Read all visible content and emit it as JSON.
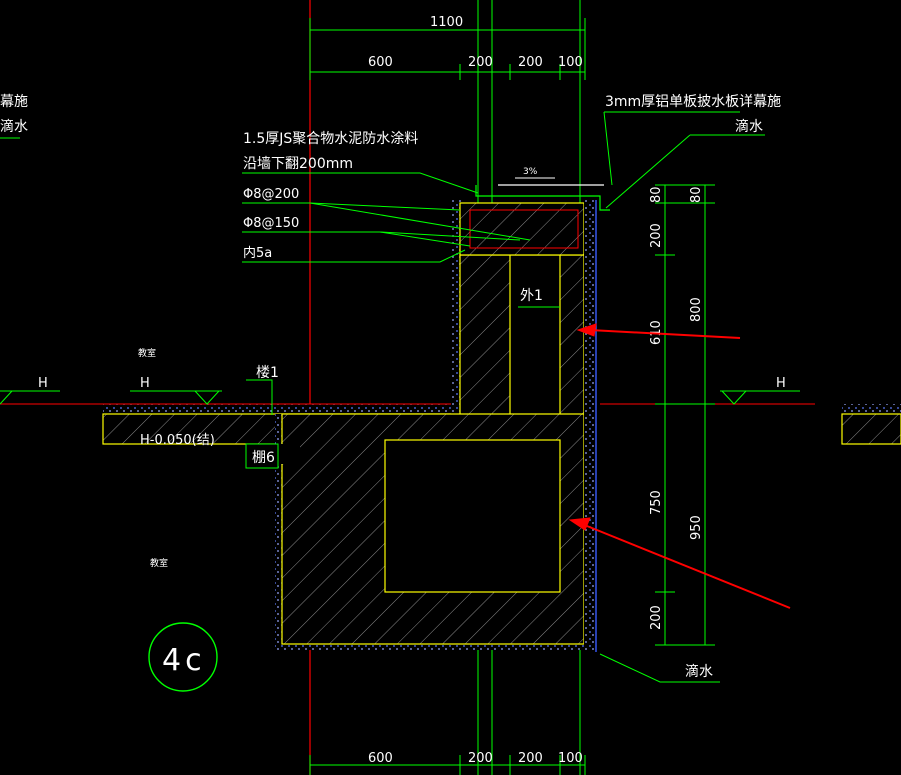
{
  "colors": {
    "background": "#000000",
    "green": "#00ff00",
    "yellow": "#ffff00",
    "red": "#ff0000",
    "white": "#ffffff",
    "blue": "#3a5cff",
    "hatch": "#9a9a9a"
  },
  "dimensions_top": {
    "total": "1100",
    "seg1": "600",
    "seg2": "200",
    "seg3": "200",
    "seg4": "100"
  },
  "dimensions_bottom": {
    "seg1": "600",
    "seg2": "200",
    "seg3": "200",
    "seg4": "100"
  },
  "dimensions_right_inner": {
    "d1": "80",
    "d2": "200",
    "d3": "610",
    "d4": "750",
    "d5": "200"
  },
  "dimensions_right_outer": {
    "d1": "80",
    "d2": "800",
    "d3": "950"
  },
  "annotations": {
    "waterproof_line1": "1.5厚JS聚合物水泥防水涂料",
    "waterproof_line2": "沿墙下翻200mm",
    "rebar1": "Φ8@200",
    "rebar2": "Φ8@150",
    "rebar3": "内5a",
    "aluminum_note": "3mm厚铝单板披水板详幕施",
    "drip_top": "滴水",
    "drip_bottom": "滴水",
    "slope": "3%",
    "outer1": "外1",
    "floor1": "楼1",
    "ceiling6": "棚6",
    "elevation": "H-0.050(结)",
    "level_left_1": "H",
    "level_left_2": "H",
    "level_right": "H",
    "left_edge_1": "幕施",
    "left_edge_2": "滴水",
    "room_upper": "教室",
    "room_lower": "教室",
    "detail_id": "4c"
  }
}
